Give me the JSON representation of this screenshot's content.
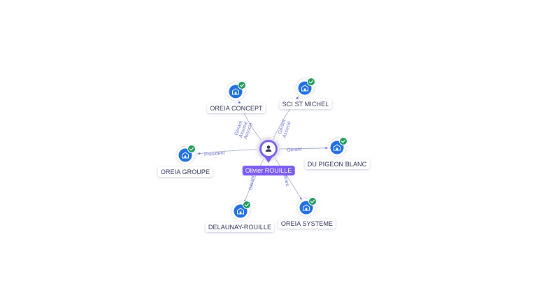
{
  "colors": {
    "person_accent": "#7b5cf0",
    "company_blue": "#1f6fe0",
    "check_green": "#1e9a5a",
    "edge_label": "#6c6fd6",
    "edge_line": "#a9b0c4"
  },
  "center": {
    "name": "Olivier ROUILLE",
    "icon": "person-icon"
  },
  "companies": [
    {
      "key": "oreia-concept",
      "name": "OREIA CONCEPT",
      "icon": "company-icon",
      "verified": true
    },
    {
      "key": "sci-st-michel",
      "name": "SCI ST MICHEL",
      "icon": "company-icon",
      "verified": true
    },
    {
      "key": "oreia-groupe",
      "name": "OREIA GROUPE",
      "icon": "company-icon",
      "verified": true
    },
    {
      "key": "du-pigeon-blanc",
      "name": "DU PIGEON BLANC",
      "icon": "company-icon",
      "verified": true
    },
    {
      "key": "delaunay-rouille",
      "name": "DELAUNAY-ROUILLE",
      "icon": "company-icon",
      "verified": true
    },
    {
      "key": "oreia-systeme",
      "name": "OREIA SYSTEME",
      "icon": "company-icon",
      "verified": true
    }
  ],
  "relations": {
    "oreia-concept": [
      "Gérant",
      "Associé",
      "Associé"
    ],
    "sci-st-michel": [
      "Gérant",
      "Associé"
    ],
    "oreia-groupe": [
      "Président"
    ],
    "du-pigeon-blanc": [
      "Gérant"
    ],
    "delaunay-rouille": [
      "Gérant"
    ],
    "oreia-systeme": [
      "Gérant"
    ]
  }
}
